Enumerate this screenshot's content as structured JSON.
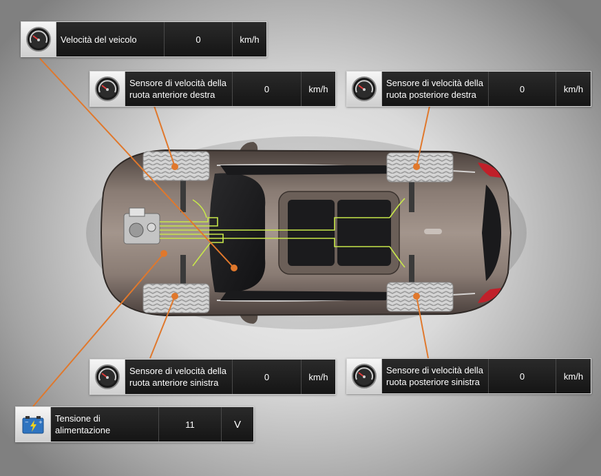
{
  "colors": {
    "accent_line": "#e0782c",
    "wiring": "#c8e84a",
    "panel_bg": "#1e1e1e",
    "car_body": "#7a6c64"
  },
  "sensors": {
    "vehicle_speed": {
      "label": "Velocità del veicolo",
      "value": "0",
      "unit": "km/h",
      "icon": "speedometer-icon"
    },
    "front_right": {
      "label": "Sensore di velocità della ruota anteriore destra",
      "value": "0",
      "unit": "km/h",
      "icon": "speedometer-icon"
    },
    "rear_right": {
      "label": "Sensore di velocità della ruota posteriore destra",
      "value": "0",
      "unit": "km/h",
      "icon": "speedometer-icon"
    },
    "front_left": {
      "label": "Sensore di velocità della ruota anteriore sinistra",
      "value": "0",
      "unit": "km/h",
      "icon": "speedometer-icon"
    },
    "rear_left": {
      "label": "Sensore di velocità della ruota posteriore sinistra",
      "value": "0",
      "unit": "km/h",
      "icon": "speedometer-icon"
    },
    "supply_voltage": {
      "label": "Tensione di alimentazione",
      "value": "11",
      "unit": "V",
      "icon": "battery-icon"
    }
  }
}
